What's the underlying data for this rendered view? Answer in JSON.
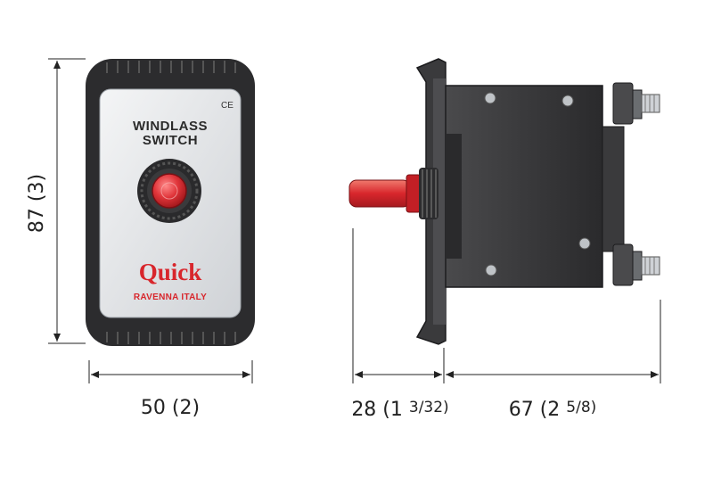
{
  "front_view": {
    "ce_mark": "CE",
    "label_line1": "WINDLASS",
    "label_line2": "SWITCH",
    "brand": "Quick",
    "brand_sub": "RAVENNA ITALY"
  },
  "dimensions": {
    "height": "87 (3)",
    "width": "50 (2)",
    "depth_front_main": "28 (1 ",
    "depth_front_frac": "3/32)",
    "depth_back_main": "67 (2 ",
    "depth_back_frac": "5/8)"
  },
  "colors": {
    "housing": "#2e2e30",
    "faceplate": "#e6e8ea",
    "button_red": "#d8262c",
    "dimension_line": "#222222"
  }
}
